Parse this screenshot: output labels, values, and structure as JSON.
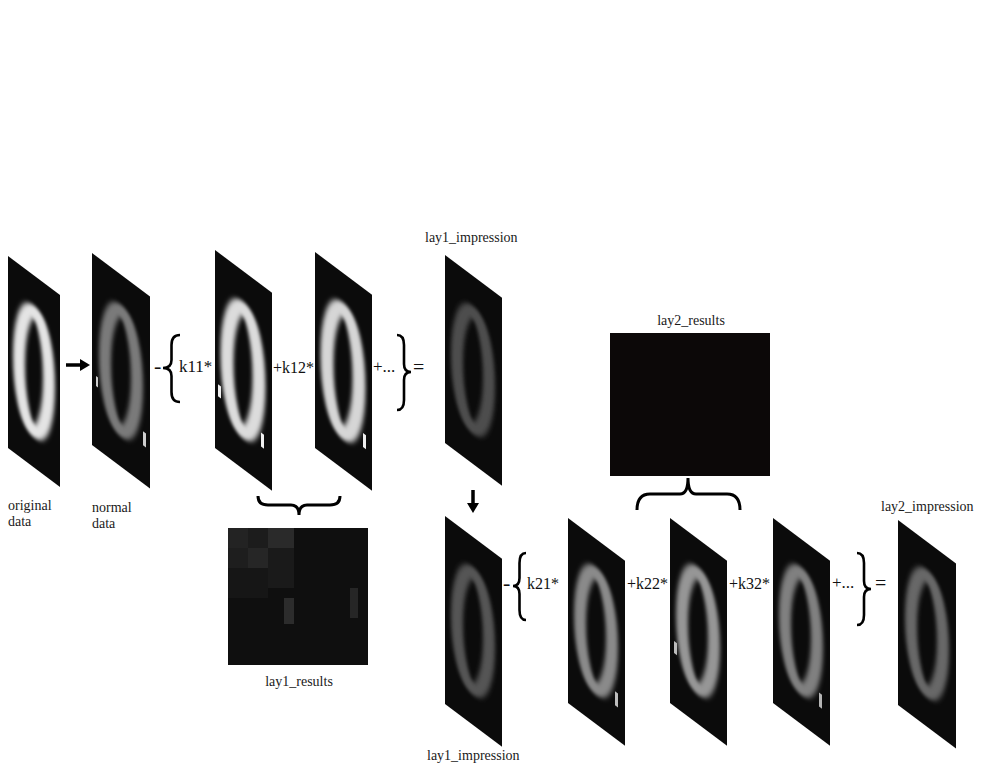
{
  "diagram": {
    "nodes": [
      {
        "text": [
          "original data"
        ]
      },
      {
        "text": [
          "normal data"
        ]
      },
      {
        "text": [
          "lay1_impression"
        ]
      },
      {
        "text": [
          "lay1_results"
        ]
      },
      {
        "text": [
          "lay1_impression"
        ]
      },
      {
        "text": [
          "lay2_results"
        ]
      },
      {
        "text": [
          "lay2_impression"
        ]
      }
    ],
    "edges": [
      {
        "from": 0,
        "to": 1,
        "arrow": "to"
      },
      {
        "from": 2,
        "to": 4,
        "arrow": "to"
      }
    ],
    "labels": [
      "-",
      "k11*",
      "+k12*",
      "+...",
      "=",
      "-",
      "k21*",
      "+k22*",
      "+k32*",
      "+...",
      "="
    ]
  }
}
